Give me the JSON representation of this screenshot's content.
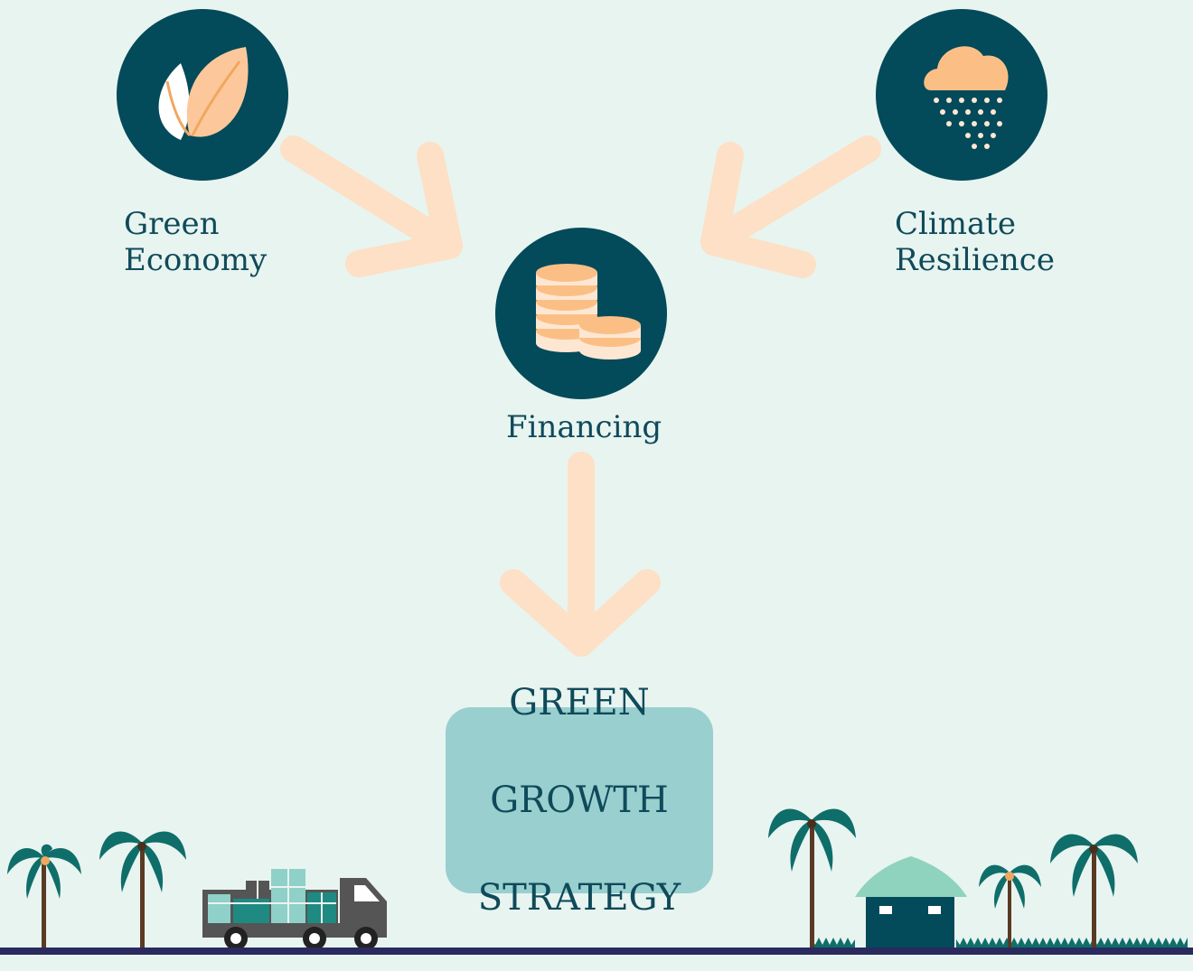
{
  "nodes": {
    "green_economy": {
      "label_line1": "Green",
      "label_line2": "Economy",
      "icon": "leaf-icon"
    },
    "climate_resilience": {
      "label_line1": "Climate",
      "label_line2": "Resilience",
      "icon": "rain-cloud-icon"
    },
    "financing": {
      "label": "Financing",
      "icon": "coins-icon"
    },
    "strategy": {
      "line1": "GREEN",
      "line2": "GROWTH",
      "line3": "STRATEGY"
    }
  },
  "colors": {
    "background": "#e8f4f0",
    "circle": "#034a5a",
    "accent": "#fbbf86",
    "arrow": "#fde0c5",
    "box": "#99cfcf",
    "text": "#0f4a5a"
  }
}
